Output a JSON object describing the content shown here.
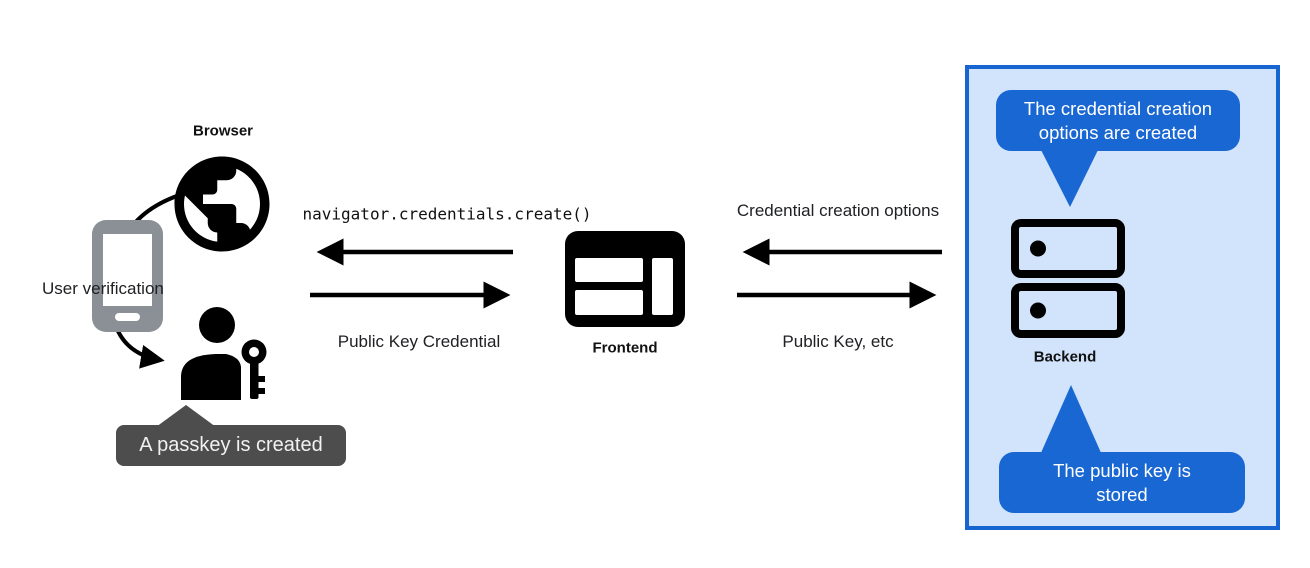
{
  "nodes": {
    "browser": {
      "label": "Browser"
    },
    "frontend": {
      "label": "Frontend"
    },
    "backend": {
      "label": "Backend"
    },
    "user_verification": {
      "label": "User verification"
    }
  },
  "arrows": {
    "create_call": {
      "label": "navigator.credentials.create()",
      "direction": "left",
      "from": "Frontend",
      "to": "Browser"
    },
    "public_key_credential": {
      "label": "Public Key Credential",
      "direction": "right",
      "from": "Browser",
      "to": "Frontend"
    },
    "credential_creation_options": {
      "label": "Credential creation options",
      "direction": "left",
      "from": "Backend",
      "to": "Frontend"
    },
    "public_key_etc": {
      "label": "Public Key, etc",
      "direction": "right",
      "from": "Frontend",
      "to": "Backend"
    }
  },
  "callouts": {
    "passkey_created": {
      "text": "A passkey is created",
      "color": "#4d4d4d"
    },
    "options_created": {
      "text": "The credential creation options are created",
      "color": "#1967d2"
    },
    "key_stored": {
      "text": "The public key is stored",
      "color": "#1967d2"
    }
  },
  "icons": {
    "globe": "globe-icon",
    "smartphone": "smartphone-icon",
    "person_with_key": "person-key-icon",
    "browser_window": "browser-window-icon",
    "server": "server-icon"
  },
  "colors": {
    "accent_blue": "#1967d2",
    "panel_border_blue": "#1765d1",
    "panel_fill_light_blue": "#d2e3fc",
    "callout_gray": "#4d4d4d",
    "phone_gray": "#8a9096",
    "icon_black": "#000000",
    "background": "#ffffff"
  }
}
